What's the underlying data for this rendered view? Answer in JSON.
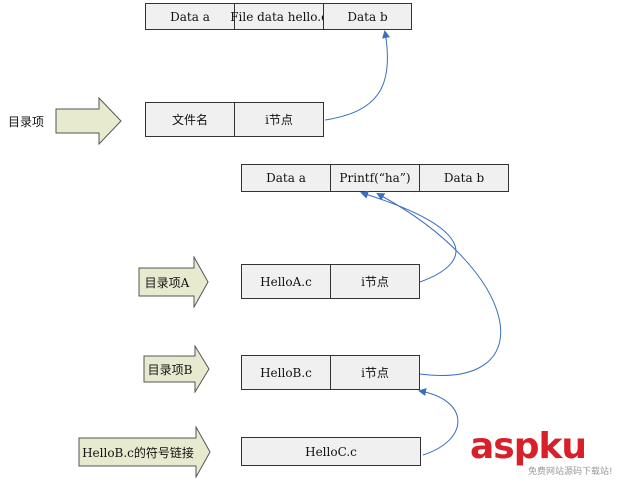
{
  "diagram": {
    "top_block": {
      "cells": [
        "Data a",
        "File data  hello.c",
        "Data b"
      ]
    },
    "dir_entry_label": "目录项",
    "dir_entry_row": {
      "cells": [
        "文件名",
        "i节点"
      ]
    },
    "shared_block": {
      "cells": [
        "Data a",
        "Printf(“ha”)",
        "Data b"
      ]
    },
    "rows": [
      {
        "label": "目录项A",
        "cells": [
          "HelloA.c",
          "i节点"
        ]
      },
      {
        "label": "目录项B",
        "cells": [
          "HelloB.c",
          "i节点"
        ]
      },
      {
        "label": "HelloB.c的符号链接",
        "cells": [
          "HelloC.c"
        ]
      }
    ],
    "colors": {
      "box_fill": "#f0f0f0",
      "arrow_fill": "#e8ead0",
      "link_color": "#3a6fbf"
    }
  },
  "watermark": {
    "main": "aspku",
    "sub": "免费网站源码下载站!"
  }
}
